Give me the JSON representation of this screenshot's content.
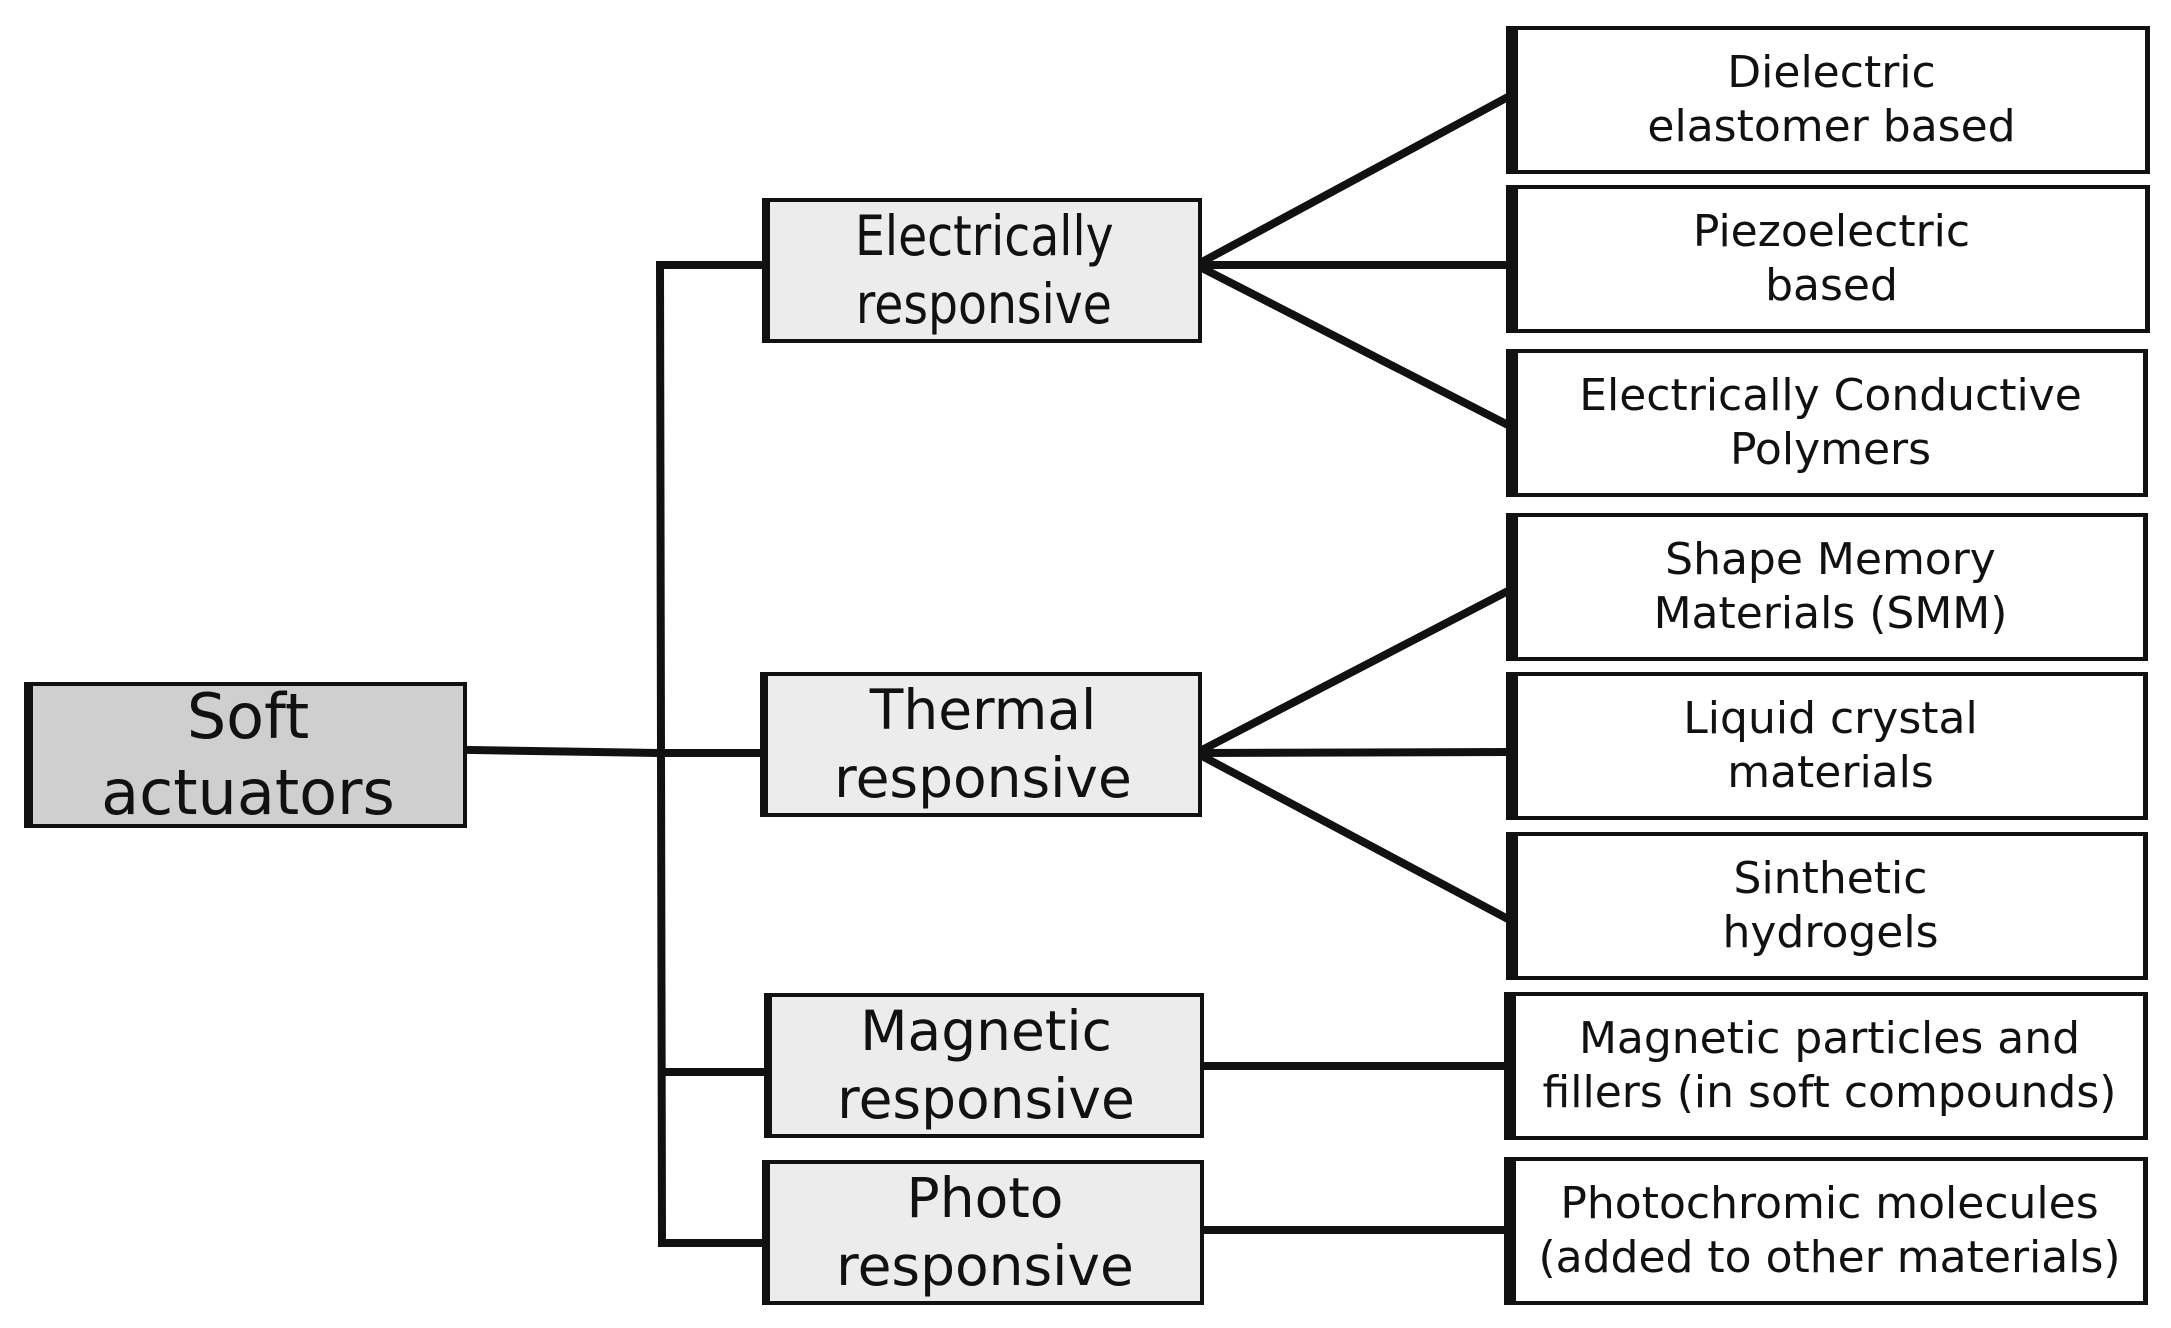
{
  "root": {
    "line1": "Soft",
    "line2": "actuators"
  },
  "categories": [
    {
      "line1": "Electrically",
      "line2": "responsive"
    },
    {
      "line1": "Thermal",
      "line2": "responsive"
    },
    {
      "line1": "Magnetic",
      "line2": "responsive"
    },
    {
      "line1": "Photo",
      "line2": "responsive"
    }
  ],
  "leaves": [
    {
      "line1": "Dielectric",
      "line2": "elastomer based"
    },
    {
      "line1": "Piezoelectric",
      "line2": "based"
    },
    {
      "line1": "Electrically Conductive",
      "line2": "Polymers"
    },
    {
      "line1": "Shape Memory",
      "line2": "Materials (SMM)"
    },
    {
      "line1": "Liquid  crystal",
      "line2": "materials"
    },
    {
      "line1": "Sinthetic",
      "line2": "hydrogels"
    },
    {
      "line1": "Magnetic particles and",
      "line2": "fillers (in soft compounds)"
    },
    {
      "line1": "Photochromic molecules",
      "line2": "(added to other materials)"
    }
  ],
  "colors": {
    "line": "#111111",
    "root_fill": "#cfcfcf",
    "category_fill": "#ececec",
    "leaf_fill": "#ffffff"
  }
}
